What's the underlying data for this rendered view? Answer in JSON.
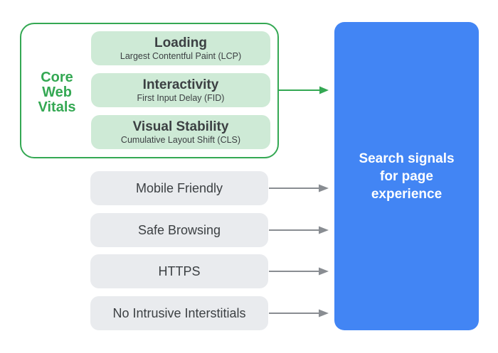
{
  "colors": {
    "green": "#34A853",
    "light_green": "#CEEAD6",
    "grey_box": "#E9EBEE",
    "arrow_grey": "#898D92",
    "blue": "#4285F4",
    "text_dark": "#3C4043",
    "text_white": "#FFFFFF"
  },
  "icons": {
    "connector_arrow": "arrow-right"
  },
  "core_web_vitals": {
    "group_label": "Core Web Vitals",
    "items": [
      {
        "title": "Loading",
        "subtitle": "Largest Contentful Paint (LCP)"
      },
      {
        "title": "Interactivity",
        "subtitle": "First Input Delay (FID)"
      },
      {
        "title": "Visual Stability",
        "subtitle": "Cumulative Layout Shift (CLS)"
      }
    ]
  },
  "other_signals": [
    {
      "label": "Mobile Friendly"
    },
    {
      "label": "Safe Browsing"
    },
    {
      "label": "HTTPS"
    },
    {
      "label": "No Intrusive Interstitials"
    }
  ],
  "result": {
    "label": "Search signals for page experience"
  }
}
